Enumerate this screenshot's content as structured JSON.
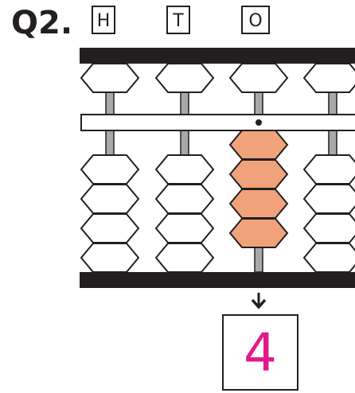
{
  "question": {
    "label": "Q2."
  },
  "columns": [
    {
      "label": "H",
      "upper_bead_active": false,
      "lower_beads_active": 0
    },
    {
      "label": "T",
      "upper_bead_active": false,
      "lower_beads_active": 0
    },
    {
      "label": "O",
      "upper_bead_active": false,
      "lower_beads_active": 4
    },
    {
      "label": "",
      "upper_bead_active": false,
      "lower_beads_active": 0
    }
  ],
  "answer": {
    "value": "4"
  },
  "colors": {
    "frame": "#231f20",
    "bead_inactive": "#ffffff",
    "bead_active": "#f0a37a",
    "rod": "#a7a9ac",
    "answer_text": "#e2198c"
  }
}
